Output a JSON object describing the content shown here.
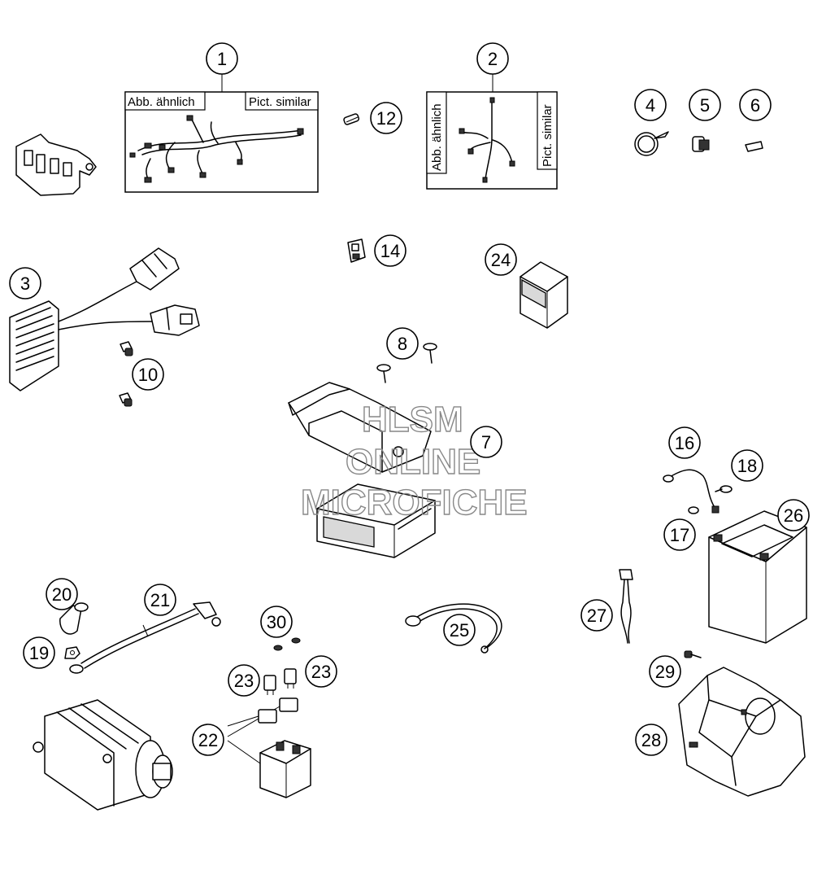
{
  "labels": {
    "pict_similar_de": "Abb. ähnlich",
    "pict_similar_en": "Pict. similar"
  },
  "watermark": {
    "line1": "HLSM",
    "line2": "ONLINE",
    "line3": "MICROFICHE"
  },
  "callouts": {
    "c1": "1",
    "c2": "2",
    "c3": "3",
    "c4": "4",
    "c5": "5",
    "c6": "6",
    "c7": "7",
    "c8": "8",
    "c10": "10",
    "c12": "12",
    "c14": "14",
    "c16": "16",
    "c17": "17",
    "c18": "18",
    "c19": "19",
    "c20": "20",
    "c21": "21",
    "c22": "22",
    "c23a": "23",
    "c23b": "23",
    "c24": "24",
    "c25": "25",
    "c26": "26",
    "c27": "27",
    "c28": "28",
    "c29": "29",
    "c30": "30"
  }
}
